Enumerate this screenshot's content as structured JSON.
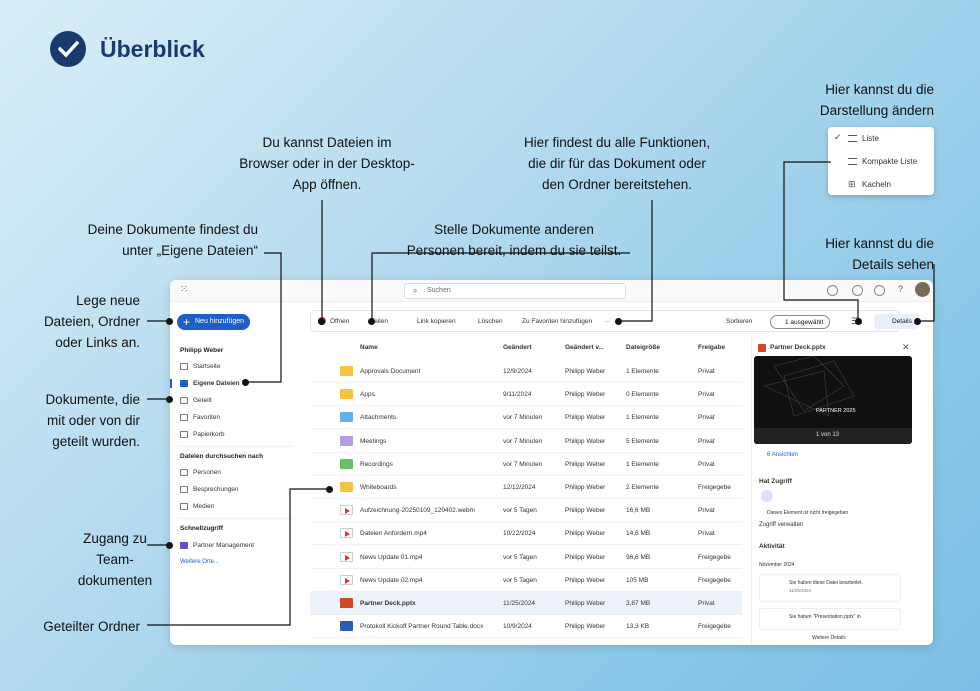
{
  "header": {
    "title": "Überblick"
  },
  "annotations": {
    "open": "Du kannst Dateien im\nBrowser oder in der Desktop-\nApp öffnen.",
    "functions": "Hier findest du alle Funktionen,\ndie dir für  das Dokument oder\nden Ordner bereitstehen.",
    "view": "Hier kannst du die\nDarstellung ändern",
    "my_docs": "Deine Dokumente findest  du\nunter „Eigene Dateien“",
    "share": "Stelle Dokumente anderen\nPersonen bereit, indem du sie teilst.",
    "details": "Hier kannst du die\nDetails sehen",
    "new": "Lege neue\nDateien, Ordner\noder Links an.",
    "shared": "Dokumente, die\nmit oder von dir\ngeteilt wurden.",
    "team": "Zugang zu\nTeam-\ndokumenten",
    "shared_folder": "Geteilter Ordner"
  },
  "view_menu": {
    "items": [
      "Liste",
      "Kompakte Liste",
      "Kacheln"
    ]
  },
  "topbar": {
    "search_placeholder": "Suchen"
  },
  "sidebar": {
    "new_button": "Neu hinzufügen",
    "user": "Philipp Weber",
    "items": [
      "Startseite",
      "Eigene Dateien",
      "Geteilt",
      "Favoriten",
      "Papierkorb"
    ],
    "browse_head": "Dateien durchsuchen nach",
    "browse": [
      "Personen",
      "Besprechungen",
      "Medien"
    ],
    "quick_head": "Schnellzugriff",
    "quick": [
      "Partner Management"
    ],
    "more": "Weitere Orte..."
  },
  "commands": {
    "open": "Öffnen",
    "share": "Teilen",
    "copy_link": "Link kopieren",
    "delete": "Löschen",
    "favorite": "Zu Favoriten hinzufügen",
    "more": "···",
    "sort": "Sortieren",
    "selected": "1 ausgewählt",
    "details": "Details"
  },
  "columns": [
    "Name",
    "Geändert",
    "Geändert v...",
    "Dateigröße",
    "Freigabe"
  ],
  "rows": [
    {
      "name": "Approvals Document",
      "mod": "12/9/2024",
      "by": "Philipp Weber",
      "size": "1 Elemente",
      "share": "Privat",
      "t": "folder"
    },
    {
      "name": "Apps",
      "mod": "9/11/2024",
      "by": "Philipp Weber",
      "size": "0 Elemente",
      "share": "Privat",
      "t": "folder"
    },
    {
      "name": "Attachments",
      "mod": "vor 7 Minuten",
      "by": "Philipp Weber",
      "size": "1 Elemente",
      "share": "Privat",
      "t": "folder-b"
    },
    {
      "name": "Meetings",
      "mod": "vor 7 Minuten",
      "by": "Philipp Weber",
      "size": "5 Elemente",
      "share": "Privat",
      "t": "folder-p"
    },
    {
      "name": "Recordings",
      "mod": "vor 7 Minuten",
      "by": "Philipp Weber",
      "size": "1 Elemente",
      "share": "Privat",
      "t": "folder-g"
    },
    {
      "name": "Whiteboards",
      "mod": "12/12/2024",
      "by": "Philipp Weber",
      "size": "2 Elemente",
      "share": "Freigegebe",
      "t": "folder"
    },
    {
      "name": "Aufzeichnung-20250109_120402.webm",
      "mod": "vor 5 Tagen",
      "by": "Philipp Weber",
      "size": "16,6 MB",
      "share": "Privat",
      "t": "vid"
    },
    {
      "name": "Dateien Anfordern.mp4",
      "mod": "10/22/2024",
      "by": "Philipp Weber",
      "size": "14,6 MB",
      "share": "Privat",
      "t": "vid"
    },
    {
      "name": "News Update 01.mp4",
      "mod": "vor 5 Tagen",
      "by": "Philipp Weber",
      "size": "96,6 MB",
      "share": "Freigegebe",
      "t": "vid"
    },
    {
      "name": "News Update 02.mp4",
      "mod": "vor 5 Tagen",
      "by": "Philipp Weber",
      "size": "105 MB",
      "share": "Freigegebe",
      "t": "vid"
    },
    {
      "name": "Partner Deck.pptx",
      "mod": "11/25/2024",
      "by": "Philipp Weber",
      "size": "3,87 MB",
      "share": "Privat",
      "t": "ppt"
    },
    {
      "name": "Protokoll Kickoff Partner Round Table.docx",
      "mod": "10/9/2024",
      "by": "Philipp Weber",
      "size": "13,3 KB",
      "share": "Freigegebe",
      "t": "doc"
    }
  ],
  "details_pane": {
    "title": "Partner Deck.pptx",
    "slide_text": "PARTNER 2025",
    "pager": "1 von 13",
    "views": "6 Ansichten",
    "access_head": "Hat Zugriff",
    "not_shared": "Dieses Element ist nicht freigegeben",
    "manage": "Zugriff verwalten",
    "activity": "Aktivität",
    "month": "November 2024",
    "act1": "Sie haben diese Datei bearbeitet.",
    "act1_date": "11/25/2024",
    "act2": "Sie haben \"Presentation.pptx\" in",
    "more": "Weitere Details"
  }
}
